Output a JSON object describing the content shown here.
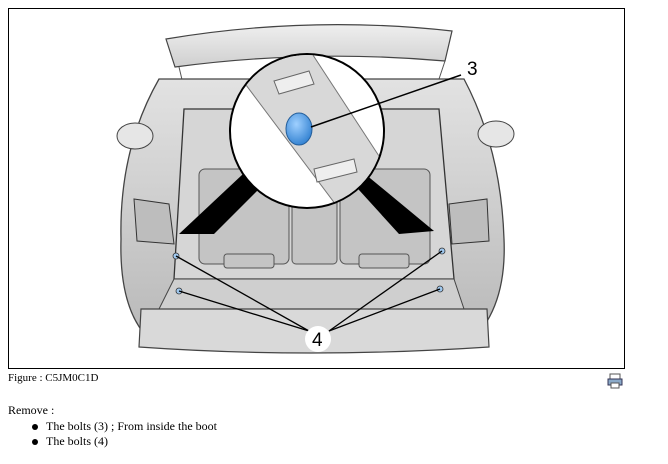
{
  "figure": {
    "callout_3": "3",
    "callout_4": "4",
    "caption": "Figure : C5JM0C1D"
  },
  "icons": {
    "print": "print-icon"
  },
  "instructions": {
    "lead": "Remove :",
    "items": [
      "The bolts (3) ; From inside the boot",
      "The bolts (4)"
    ]
  }
}
